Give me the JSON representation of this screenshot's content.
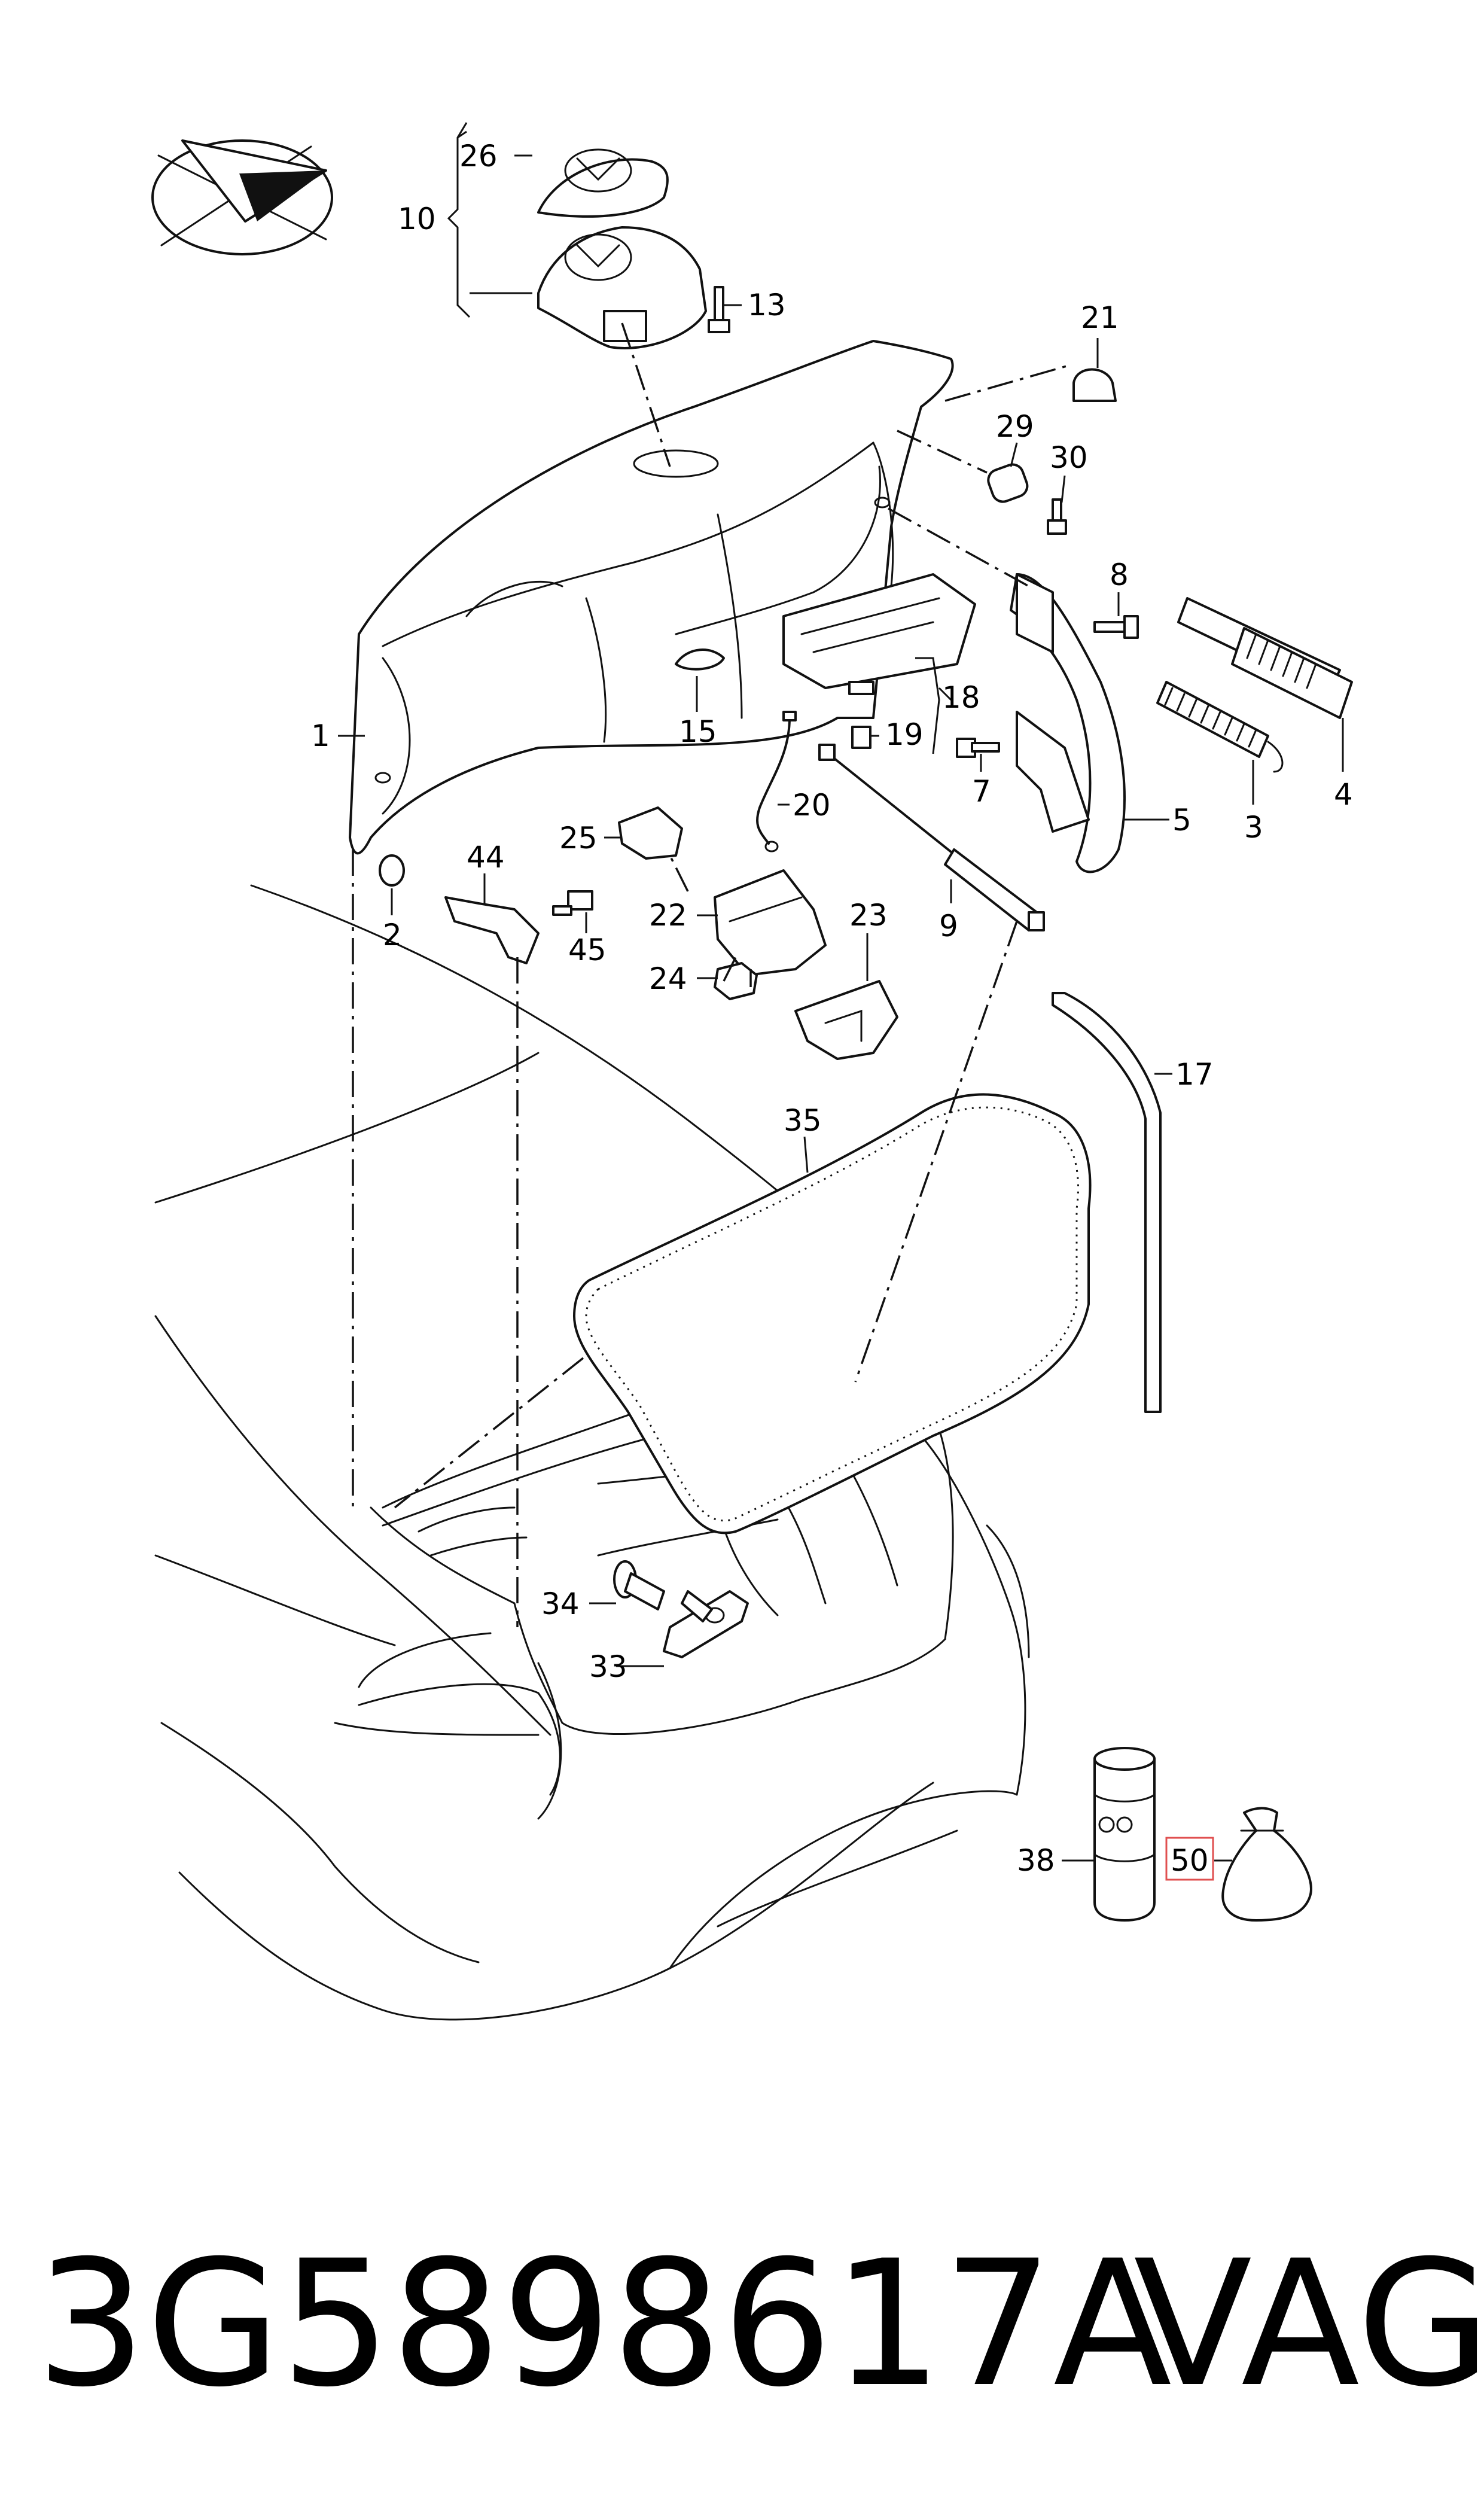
{
  "diagram": {
    "callouts": [
      {
        "id": "c26",
        "text": "26"
      },
      {
        "id": "c10",
        "text": "10"
      },
      {
        "id": "c13",
        "text": "13"
      },
      {
        "id": "c21",
        "text": "21"
      },
      {
        "id": "c29",
        "text": "29"
      },
      {
        "id": "c30",
        "text": "30"
      },
      {
        "id": "c8",
        "text": "8"
      },
      {
        "id": "c1",
        "text": "1"
      },
      {
        "id": "c15",
        "text": "15"
      },
      {
        "id": "c18",
        "text": "18"
      },
      {
        "id": "c19",
        "text": "19"
      },
      {
        "id": "c20",
        "text": "20"
      },
      {
        "id": "c4",
        "text": "4"
      },
      {
        "id": "c3",
        "text": "3"
      },
      {
        "id": "c7",
        "text": "7"
      },
      {
        "id": "c5",
        "text": "5"
      },
      {
        "id": "c25",
        "text": "25"
      },
      {
        "id": "c44",
        "text": "44"
      },
      {
        "id": "c2",
        "text": "2"
      },
      {
        "id": "c45",
        "text": "45"
      },
      {
        "id": "c22",
        "text": "22"
      },
      {
        "id": "c23",
        "text": "23"
      },
      {
        "id": "c9",
        "text": "9"
      },
      {
        "id": "c24",
        "text": "24"
      },
      {
        "id": "c17",
        "text": "17"
      },
      {
        "id": "c35",
        "text": "35"
      },
      {
        "id": "c34",
        "text": "34"
      },
      {
        "id": "c33",
        "text": "33"
      },
      {
        "id": "c38",
        "text": "38"
      },
      {
        "id": "c50",
        "text": "50"
      }
    ],
    "highlighted_callout": "50",
    "highlight_color": "#e05050"
  },
  "footer": {
    "part_number": "3G5898617A",
    "brand": "VAG"
  }
}
